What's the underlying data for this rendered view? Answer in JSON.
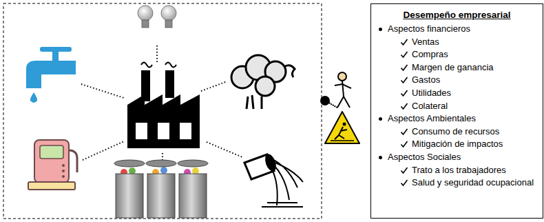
{
  "diagram": {
    "nodes": [
      {
        "text": [
          "Desempeño empresarial",
          "Aspectos financieros",
          "Ventas",
          "Compras",
          "Margen de ganancia",
          "Gastos",
          "Utilidades",
          "Colateral",
          "Aspectos Ambientales",
          "Consumo de recursos",
          "Mitigación de impactos",
          "Aspectos Sociales",
          "Trato a los trabajadores",
          "Salud y seguridad ocupacional"
        ]
      }
    ]
  }
}
